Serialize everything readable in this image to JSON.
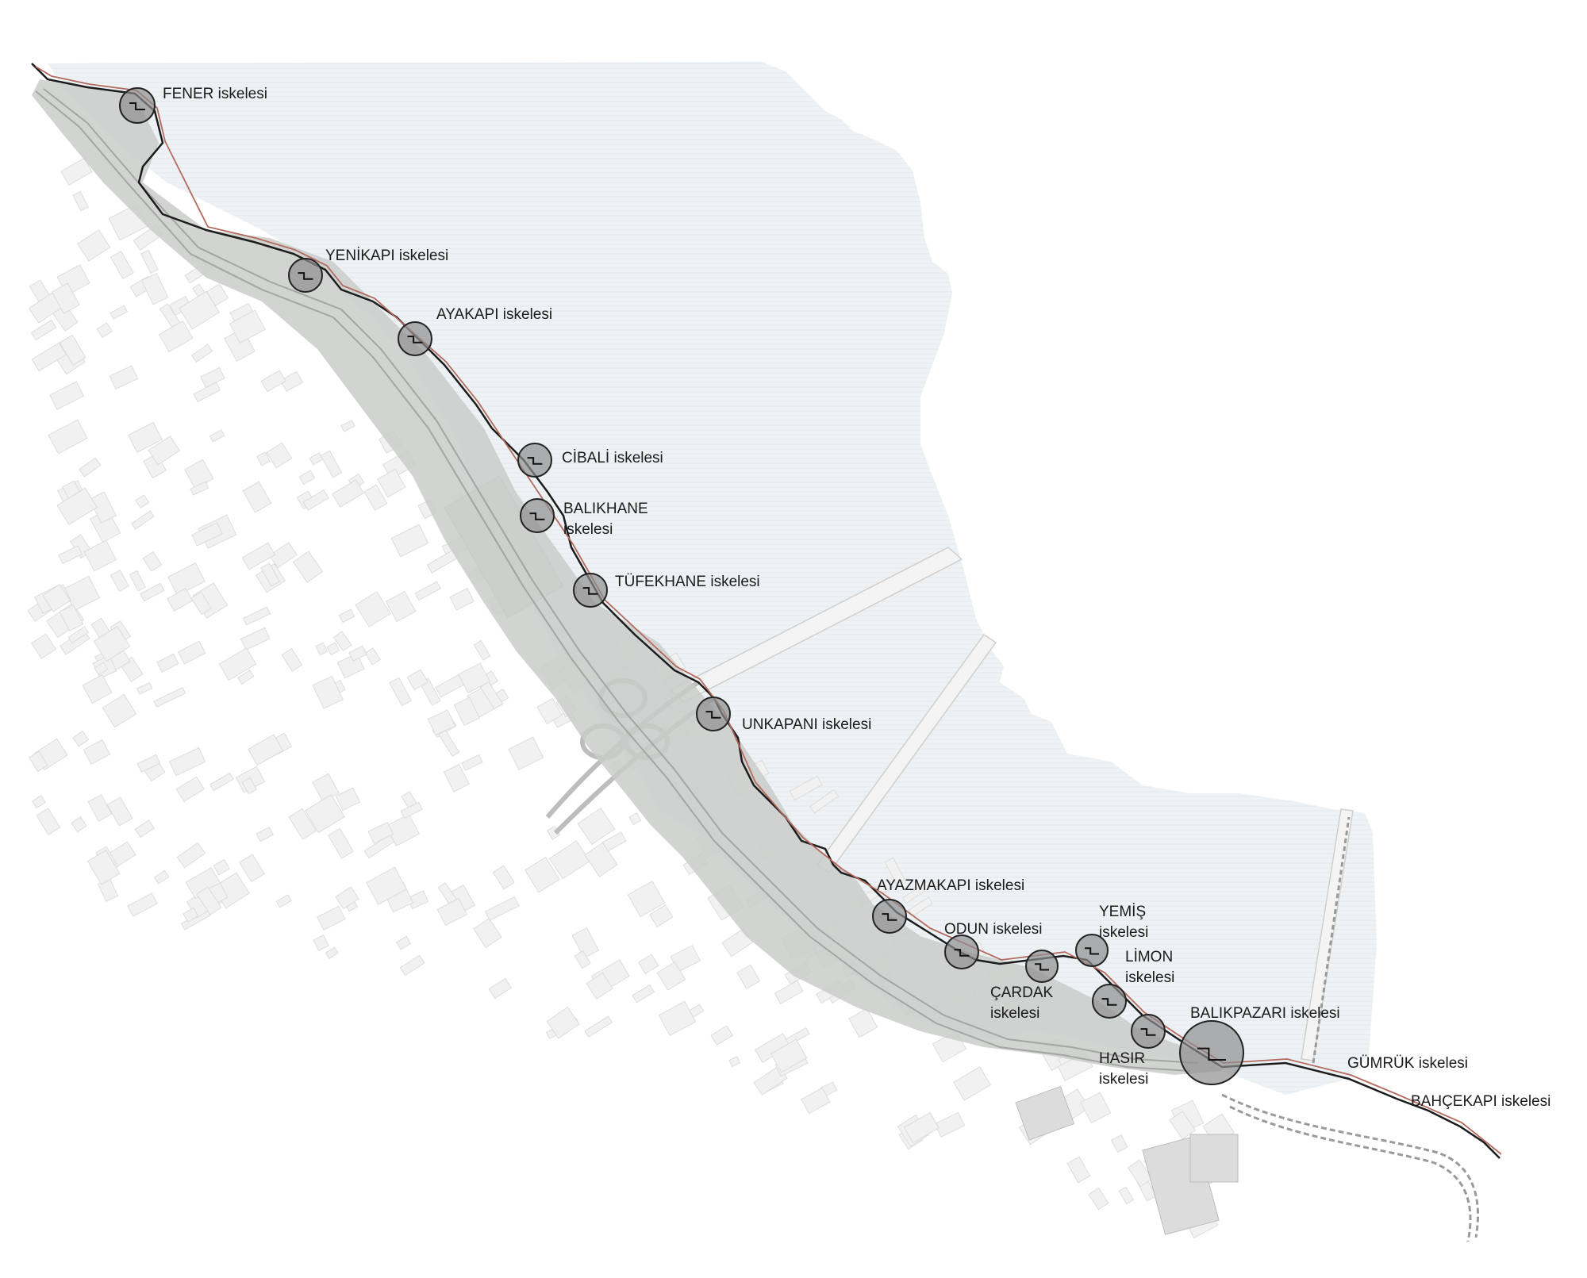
{
  "colors": {
    "water": "#eef2f5",
    "land_block": "#f1f1f1",
    "land_outline": "#d8d8d8",
    "promenade": "#c9ccc9",
    "shoreline": "#1c1c1c",
    "accent_line": "#b36a5e",
    "marker_fill": "#8f8f8f",
    "marker_stroke": "#222222"
  },
  "piers": [
    {
      "id": "fener",
      "lines": [
        "FENER iskelesi"
      ]
    },
    {
      "id": "yenikapi",
      "lines": [
        "YENİKAPI iskelesi"
      ]
    },
    {
      "id": "ayakapi",
      "lines": [
        "AYAKAPI iskelesi"
      ]
    },
    {
      "id": "cibali",
      "lines": [
        "CİBALİ iskelesi"
      ]
    },
    {
      "id": "balikhane",
      "lines": [
        "BALIKHANE",
        "iskelesi"
      ]
    },
    {
      "id": "tufekhane",
      "lines": [
        "TÜFEKHANE iskelesi"
      ]
    },
    {
      "id": "unkapani",
      "lines": [
        "UNKAPANI iskelesi"
      ]
    },
    {
      "id": "ayazmakapi",
      "lines": [
        "AYAZMAKAPI iskelesi"
      ]
    },
    {
      "id": "odun",
      "lines": [
        "ODUN iskelesi"
      ]
    },
    {
      "id": "yemis",
      "lines": [
        "YEMİŞ",
        "iskelesi"
      ]
    },
    {
      "id": "limon",
      "lines": [
        "LİMON",
        "iskelesi"
      ]
    },
    {
      "id": "cardak",
      "lines": [
        "ÇARDAK",
        "iskelesi"
      ]
    },
    {
      "id": "hasir",
      "lines": [
        "HASIR",
        "iskelesi"
      ]
    },
    {
      "id": "balikpazari",
      "lines": [
        "BALIKPAZARI iskelesi"
      ]
    },
    {
      "id": "gumruk",
      "lines": [
        "GÜMRÜK iskelesi"
      ]
    },
    {
      "id": "bahcekapi",
      "lines": [
        "BAHÇEKAPI iskelesi"
      ]
    }
  ]
}
